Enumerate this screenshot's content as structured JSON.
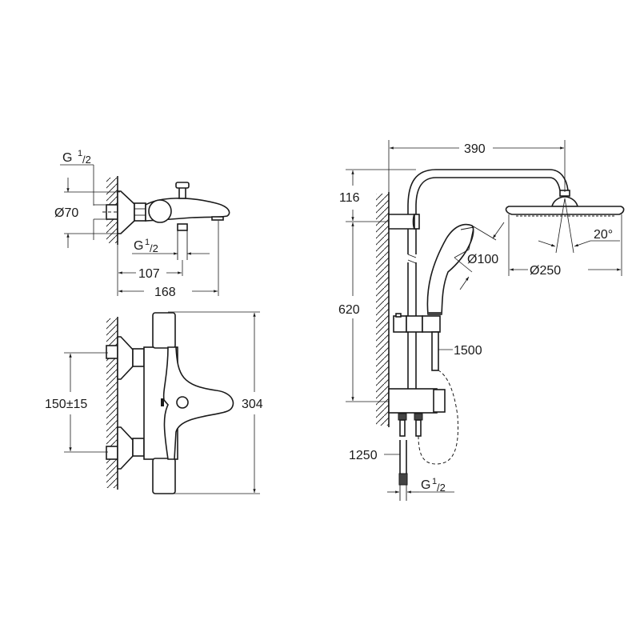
{
  "drawing": {
    "colors": {
      "line": "#1a1a1a",
      "background": "#ffffff"
    },
    "bath_mixer_side": {
      "labels": {
        "inlet_thread_top": "G",
        "inlet_thread_top_frac": "1",
        "inlet_thread_top_den": "/2",
        "escutcheon_diameter": "Ø70",
        "outlet_thread": "G",
        "outlet_thread_frac": "1",
        "outlet_thread_den": "/2",
        "outlet_distance": "107",
        "spout_projection": "168"
      }
    },
    "bath_mixer_front": {
      "labels": {
        "inlet_centres": "150±15",
        "height": "304"
      }
    },
    "shower_system": {
      "labels": {
        "overhead_projection": "390",
        "top_offset": "116",
        "handshower_diameter": "Ø100",
        "headshower_diameter": "Ø250",
        "headshower_angle": "20°",
        "rail_height": "620",
        "handshower_hose": "1500",
        "supply_hose": "1250",
        "supply_thread": "G",
        "supply_thread_frac": "1",
        "supply_thread_den": "/2"
      }
    }
  }
}
